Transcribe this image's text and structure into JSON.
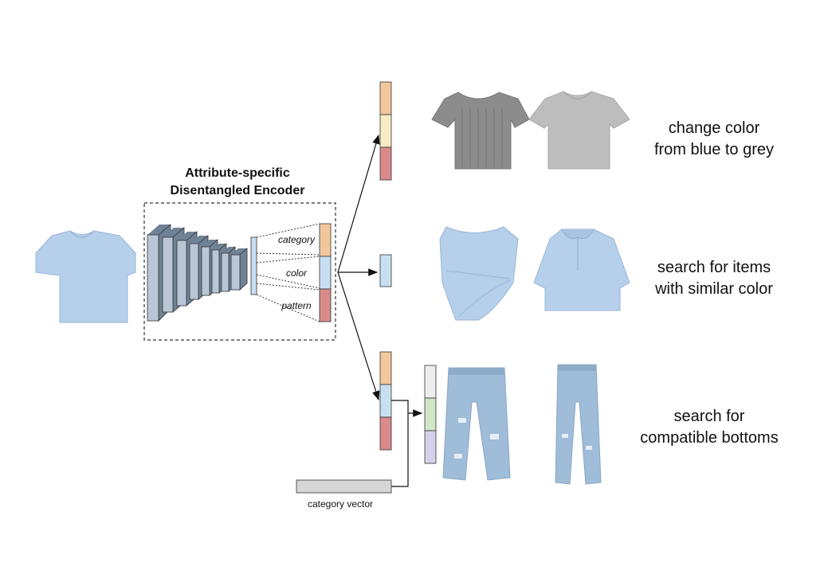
{
  "encoder": {
    "title_line1": "Attribute-specific",
    "title_line2": "Disentangled Encoder",
    "slots": [
      "category",
      "color",
      "pattern"
    ]
  },
  "captions": [
    {
      "line1": "change color",
      "line2": "from blue to grey"
    },
    {
      "line1": "search for items",
      "line2": "with similar color"
    },
    {
      "line1": "search for",
      "line2": "compatible bottoms"
    }
  ],
  "category_vector_label": "category vector",
  "colors": {
    "category": "#f1c79b",
    "color_blue": "#c8dff2",
    "pattern": "#d98b8b",
    "grey_color": "#f7ebc4",
    "cat_vec_green": "#cfe6c7",
    "cat_vec_purple": "#d6d1ea",
    "cat_vec_top": "#eeeeee",
    "cnn_front": "#b8c6d6",
    "cnn_side": "#6f8296",
    "garment_blue": "#b6cfea",
    "garment_grey": "#8c8c8c",
    "denim": "#9fbcd8"
  },
  "icons": [
    "blue-tshirt-icon",
    "ribbed-grey-top-icon",
    "grey-tshirt-icon",
    "blue-crossover-top-icon",
    "blue-collar-top-icon",
    "ripped-jeans-icon",
    "skinny-jeans-icon"
  ]
}
